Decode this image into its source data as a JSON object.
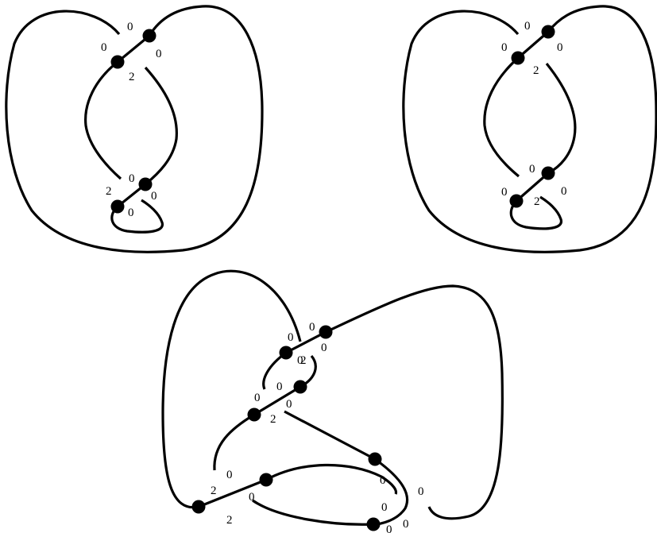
{
  "diagrams": [
    {
      "id": "top-left",
      "labels": [
        "0",
        "0",
        "0",
        "2",
        "0",
        "2",
        "0",
        "0"
      ]
    },
    {
      "id": "top-right",
      "labels": [
        "0",
        "0",
        "0",
        "2",
        "0",
        "0",
        "0",
        "2"
      ]
    },
    {
      "id": "bottom",
      "labels": [
        "0",
        "0",
        "0",
        "0",
        "2",
        "0",
        "0",
        "0",
        "2",
        "0",
        "0",
        "2",
        "0",
        "0",
        "0",
        "2",
        "0",
        "0"
      ]
    }
  ],
  "colors": {
    "stroke": "#000000",
    "node": "#000000",
    "background": "#ffffff"
  }
}
